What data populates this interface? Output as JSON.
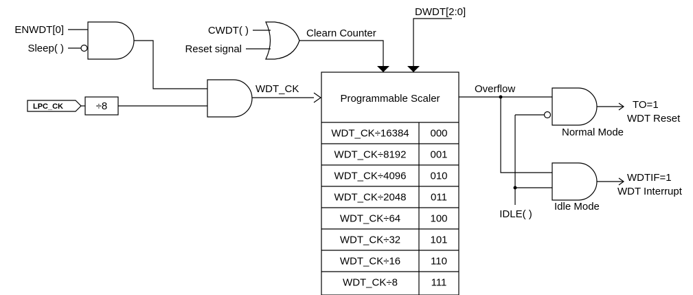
{
  "inputs": {
    "enwdt": "ENWDT[0]",
    "sleep": "Sleep( )",
    "cwdt": "CWDT( )",
    "reset_signal": "Reset signal",
    "lpc_ck": "LPC_CK",
    "divider": "÷8",
    "dwdt": "DWDT[2:0]",
    "idle": "IDLE( )"
  },
  "signals": {
    "clear_counter": "Clearn Counter",
    "wdt_ck": "WDT_CK",
    "overflow": "Overflow"
  },
  "scaler": {
    "title": "Programmable Scaler",
    "rows": [
      {
        "label": "WDT_CK÷16384",
        "code": "000"
      },
      {
        "label": "WDT_CK÷8192",
        "code": "001"
      },
      {
        "label": "WDT_CK÷4096",
        "code": "010"
      },
      {
        "label": "WDT_CK÷2048",
        "code": "011"
      },
      {
        "label": "WDT_CK÷64",
        "code": "100"
      },
      {
        "label": "WDT_CK÷32",
        "code": "101"
      },
      {
        "label": "WDT_CK÷16",
        "code": "110"
      },
      {
        "label": "WDT_CK÷8",
        "code": "111"
      }
    ]
  },
  "outputs": {
    "normal_mode": "Normal Mode",
    "to": "TO=1",
    "wdt_reset": "WDT Reset",
    "idle_mode": "Idle Mode",
    "wdtif": "WDTIF=1",
    "wdt_interrupt": "WDT Interrupt"
  }
}
